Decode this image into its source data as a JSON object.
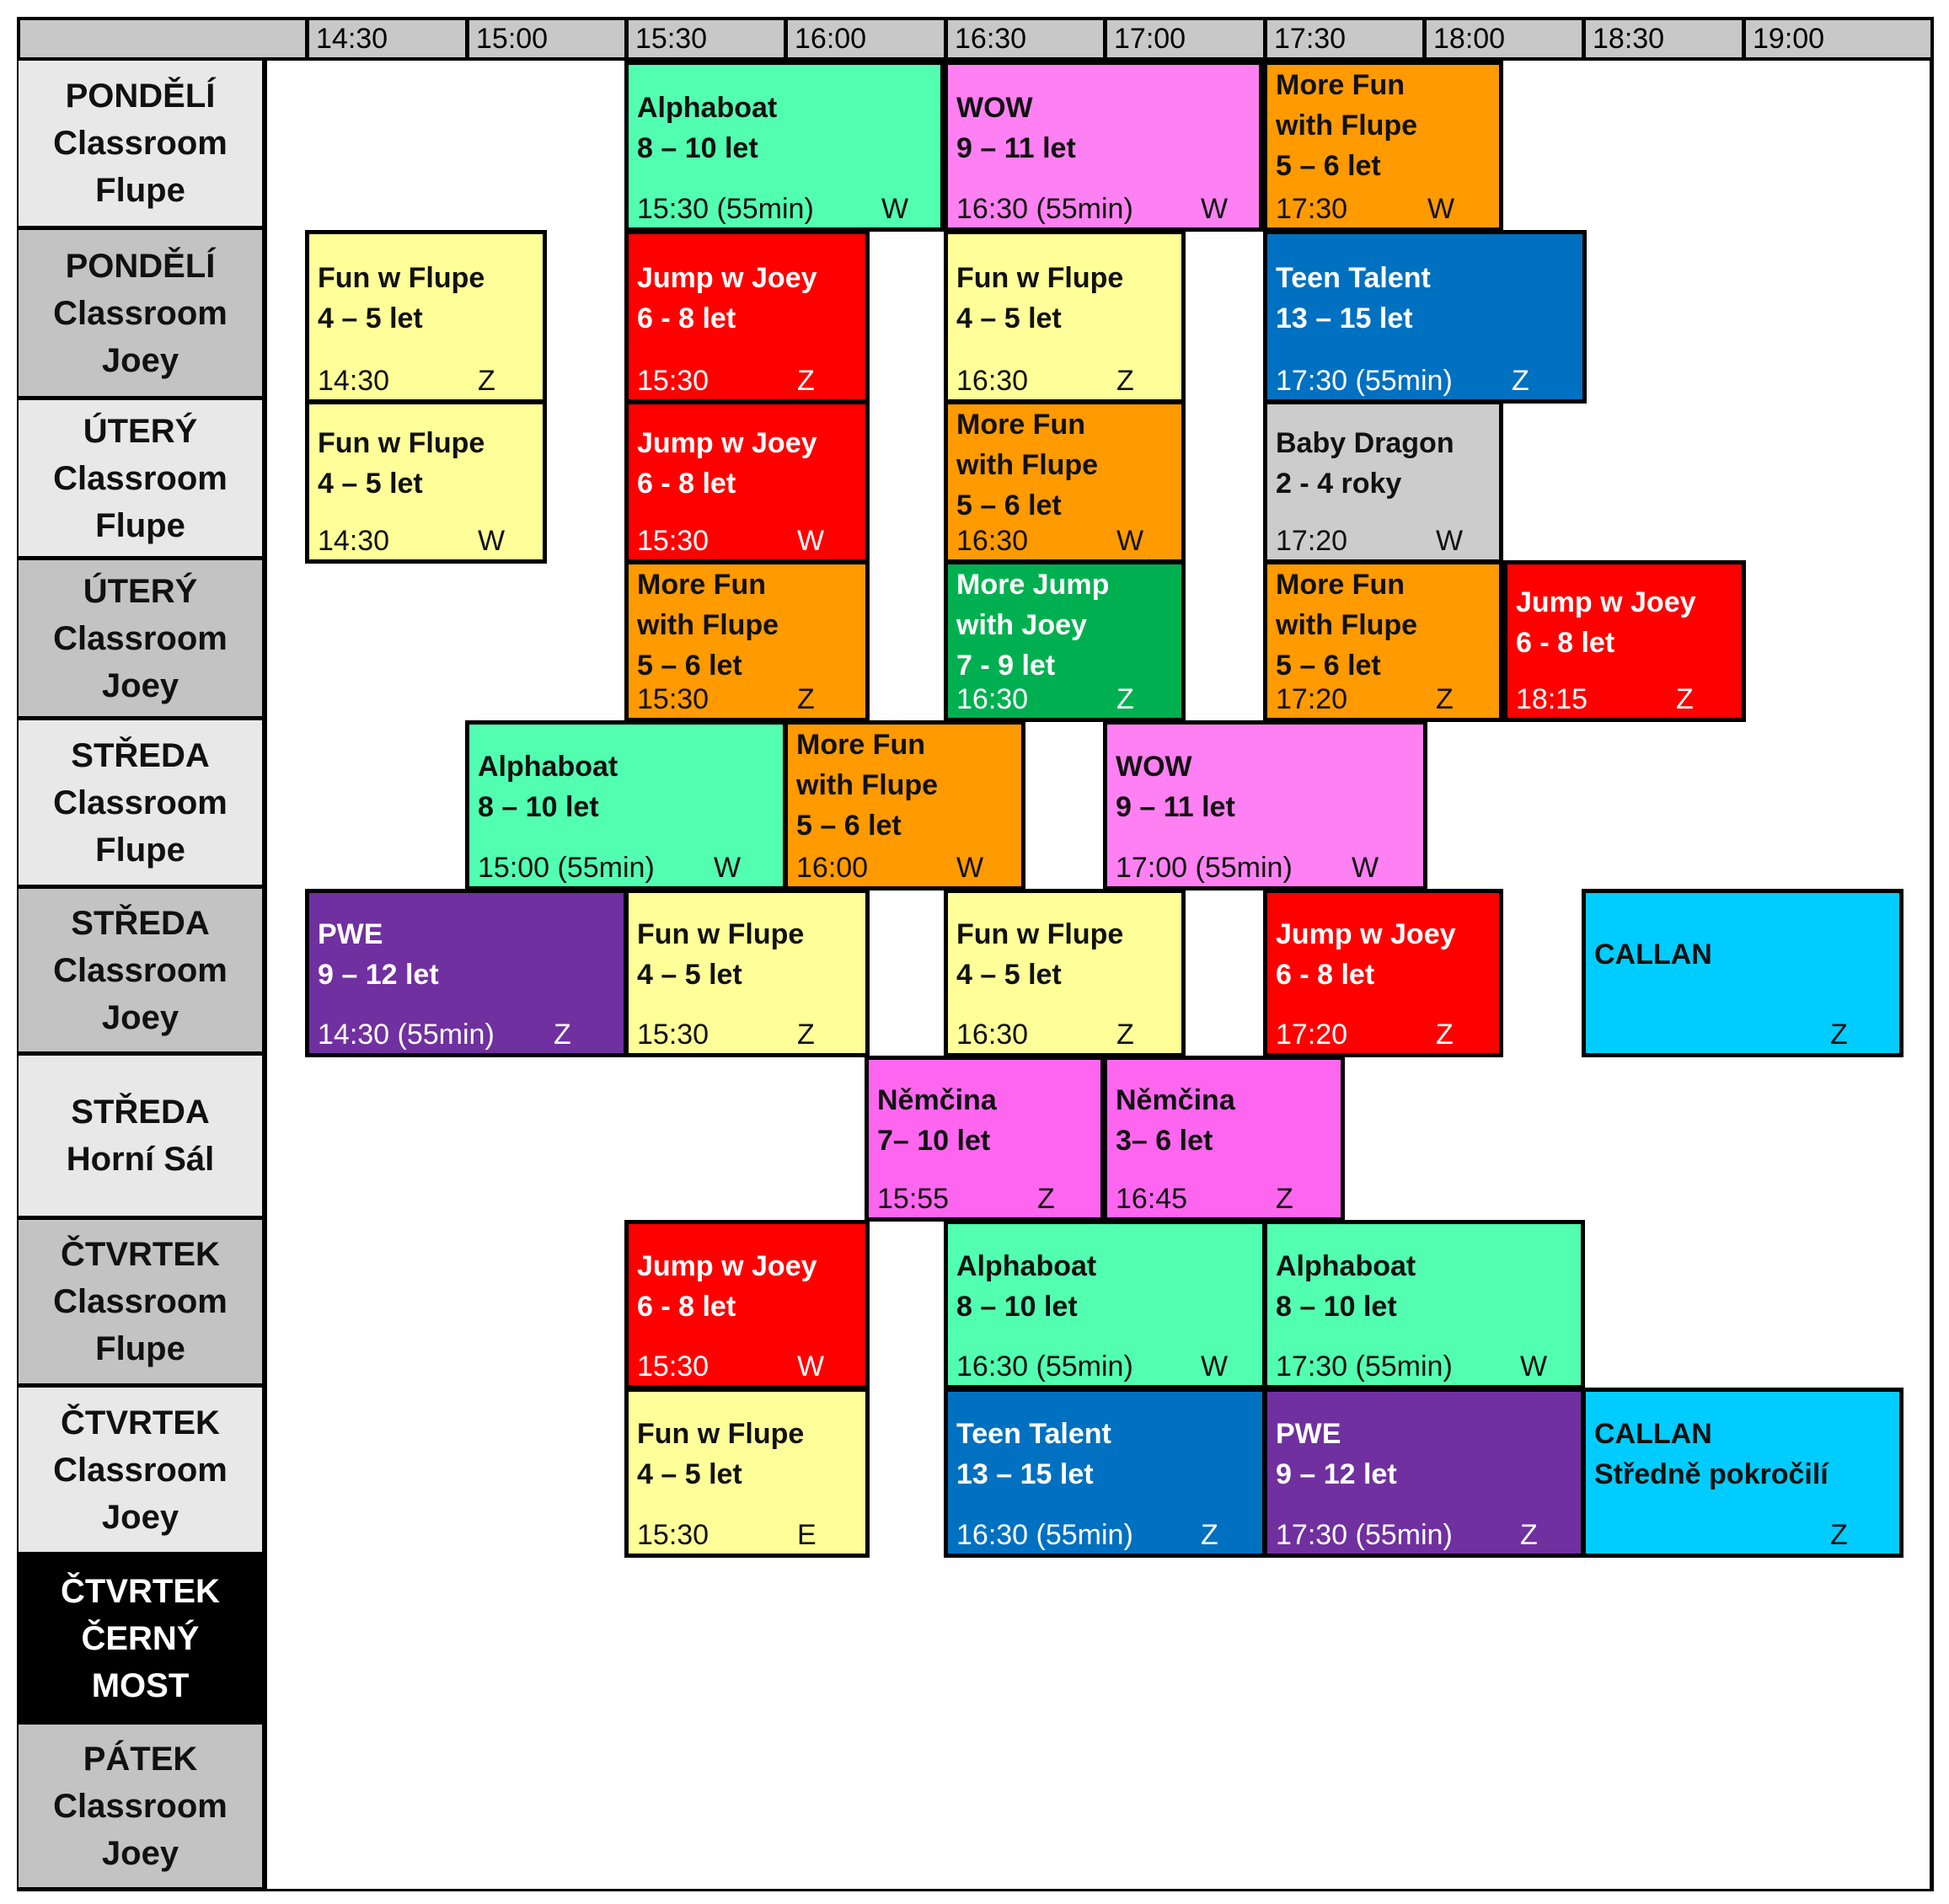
{
  "times": [
    "14:30",
    "15:00",
    "15:30",
    "16:00",
    "16:30",
    "17:00",
    "17:30",
    "18:00",
    "18:30",
    "19:00"
  ],
  "rows": [
    {
      "label": "PONDĚLÍ\nClassroom\nFlupe"
    },
    {
      "label": "PONDĚLÍ\nClassroom\nJoey"
    },
    {
      "label": "ÚTERÝ\nClassroom\nFlupe"
    },
    {
      "label": "ÚTERÝ\nClassroom\nJoey"
    },
    {
      "label": "STŘEDA\nClassroom\nFlupe"
    },
    {
      "label": "STŘEDA\nClassroom\nJoey"
    },
    {
      "label": "STŘEDA\nHorní Sál"
    },
    {
      "label": "ČTVRTEK\nClassroom\nFlupe"
    },
    {
      "label": "ČTVRTEK\nClassroom\nJoey"
    },
    {
      "label": "ČTVRTEK\nČERNÝ\nMOST"
    },
    {
      "label": "PÁTEK\nClassroom\nJoey"
    }
  ],
  "classes": [
    {
      "name": "Alphaboat",
      "age": "8 – 10 let",
      "time": "15:30 (55min)",
      "room": "W",
      "color": "#52ffb0"
    },
    {
      "name": "WOW",
      "age": "9 – 11 let",
      "time": "16:30 (55min)",
      "room": "W",
      "color": "#ff80f2"
    },
    {
      "name": "More Fun\nwith Flupe",
      "age": "5 – 6 let",
      "time": "17:30",
      "room": "W",
      "color": "#ff9a00"
    },
    {
      "name": "Fun w Flupe",
      "age": "4 – 5 let",
      "time": "14:30",
      "room": "Z",
      "color": "#ffff99"
    },
    {
      "name": "Jump w Joey",
      "age": "6 - 8 let",
      "time": "15:30",
      "room": "Z",
      "color": "#ff0000"
    },
    {
      "name": "Fun w Flupe",
      "age": "4 – 5 let",
      "time": "16:30",
      "room": "Z",
      "color": "#ffff99"
    },
    {
      "name": "Teen Talent",
      "age": "13 – 15 let",
      "time": "17:30 (55min)",
      "room": "Z",
      "color": "#0070c0"
    },
    {
      "name": "Fun w Flupe",
      "age": "4 – 5 let",
      "time": "14:30",
      "room": "W",
      "color": "#ffff99"
    },
    {
      "name": "Jump w Joey",
      "age": "6 - 8 let",
      "time": "15:30",
      "room": "W",
      "color": "#ff0000"
    },
    {
      "name": "More Fun\nwith Flupe",
      "age": "5 – 6 let",
      "time": "16:30",
      "room": "W",
      "color": "#ff9a00"
    },
    {
      "name": "Baby Dragon",
      "age": "2 - 4 roky",
      "time": "17:20",
      "room": "W",
      "color": "#cccccc"
    },
    {
      "name": "More Fun\nwith Flupe",
      "age": "5 – 6 let",
      "time": "15:30",
      "room": "Z",
      "color": "#ff9a00"
    },
    {
      "name": "More Jump\nwith Joey",
      "age": "7 - 9 let",
      "time": "16:30",
      "room": "Z",
      "color": "#00b050"
    },
    {
      "name": "More Fun\nwith Flupe",
      "age": "5 – 6 let",
      "time": "17:20",
      "room": "Z",
      "color": "#ff9a00"
    },
    {
      "name": "Jump w Joey",
      "age": "6 - 8 let",
      "time": "18:15",
      "room": "Z",
      "color": "#ff0000"
    },
    {
      "name": "Alphaboat",
      "age": "8 – 10 let",
      "time": "15:00 (55min)",
      "room": "W",
      "color": "#52ffb0"
    },
    {
      "name": "More Fun\nwith Flupe",
      "age": "5 – 6 let",
      "time": "16:00",
      "room": "W",
      "color": "#ff9a00"
    },
    {
      "name": "WOW",
      "age": "9 – 11 let",
      "time": "17:00 (55min)",
      "room": "W",
      "color": "#ff80f2"
    },
    {
      "name": "PWE",
      "age": "9 – 12 let",
      "time": "14:30 (55min)",
      "room": "Z",
      "color": "#7030a0"
    },
    {
      "name": "Fun w Flupe",
      "age": "4 – 5 let",
      "time": "15:30",
      "room": "Z",
      "color": "#ffff99"
    },
    {
      "name": "Fun w Flupe",
      "age": "4 – 5 let",
      "time": "16:30",
      "room": "Z",
      "color": "#ffff99"
    },
    {
      "name": "Jump w Joey",
      "age": "6 - 8 let",
      "time": "17:20",
      "room": "Z",
      "color": "#ff0000"
    },
    {
      "name": "CALLAN",
      "age": "",
      "time": "",
      "room": "Z",
      "color": "#00ccff"
    },
    {
      "name": "Němčina",
      "age": "7– 10 let",
      "time": "15:55",
      "room": "Z",
      "color": "#ff66f0"
    },
    {
      "name": "Němčina",
      "age": "3– 6 let",
      "time": "16:45",
      "room": "Z",
      "color": "#ff66f0"
    },
    {
      "name": "Jump w Joey",
      "age": "6 - 8 let",
      "time": "15:30",
      "room": "W",
      "color": "#ff0000"
    },
    {
      "name": "Alphaboat",
      "age": "8 – 10 let",
      "time": "16:30 (55min)",
      "room": "W",
      "color": "#52ffb0"
    },
    {
      "name": "Alphaboat",
      "age": "8 – 10 let",
      "time": "17:30 (55min)",
      "room": "W",
      "color": "#52ffb0"
    },
    {
      "name": "Fun w Flupe",
      "age": "4 – 5 let",
      "time": "15:30",
      "room": "E",
      "color": "#ffff99"
    },
    {
      "name": "Teen Talent",
      "age": "13 – 15 let",
      "time": "16:30 (55min)",
      "room": "Z",
      "color": "#0070c0"
    },
    {
      "name": "PWE",
      "age": "9 – 12 let",
      "time": "17:30 (55min)",
      "room": "Z",
      "color": "#7030a0"
    },
    {
      "name": "CALLAN",
      "age": "Středně pokročilí",
      "time": "",
      "room": "Z",
      "color": "#00ccff"
    }
  ]
}
